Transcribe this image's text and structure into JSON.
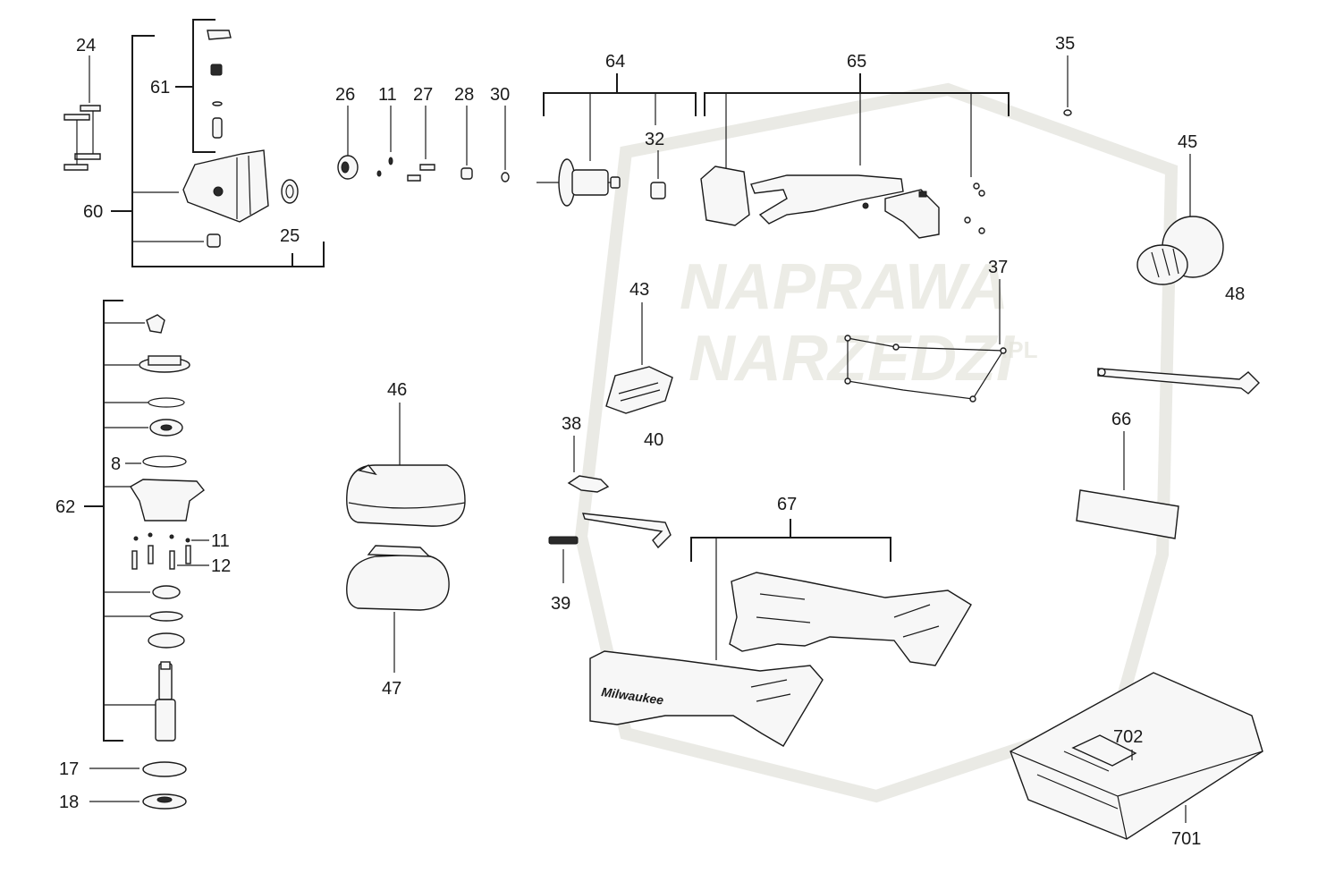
{
  "watermark": {
    "line1": "NAPRAWA",
    "line2": "NARZEDZI",
    "suffix": ".PL"
  },
  "callouts": {
    "c24": "24",
    "c61": "61",
    "c60": "60",
    "c25": "25",
    "c26": "26",
    "c11a": "11",
    "c27": "27",
    "c28": "28",
    "c30": "30",
    "c64": "64",
    "c32": "32",
    "c65": "65",
    "c35": "35",
    "c45": "45",
    "c48": "48",
    "c43": "43",
    "c40": "40",
    "c37": "37",
    "c46": "46",
    "c47": "47",
    "c38": "38",
    "c39": "39",
    "c66": "66",
    "c67": "67",
    "c62": "62",
    "c8": "8",
    "c11b": "11",
    "c12": "12",
    "c17": "17",
    "c18": "18",
    "c702": "702",
    "c701": "701"
  },
  "product_label": "Milwaukee",
  "colors": {
    "ink": "#1a1a1a",
    "part_fill": "#f7f7f7",
    "watermark": "#e4e4dc"
  }
}
